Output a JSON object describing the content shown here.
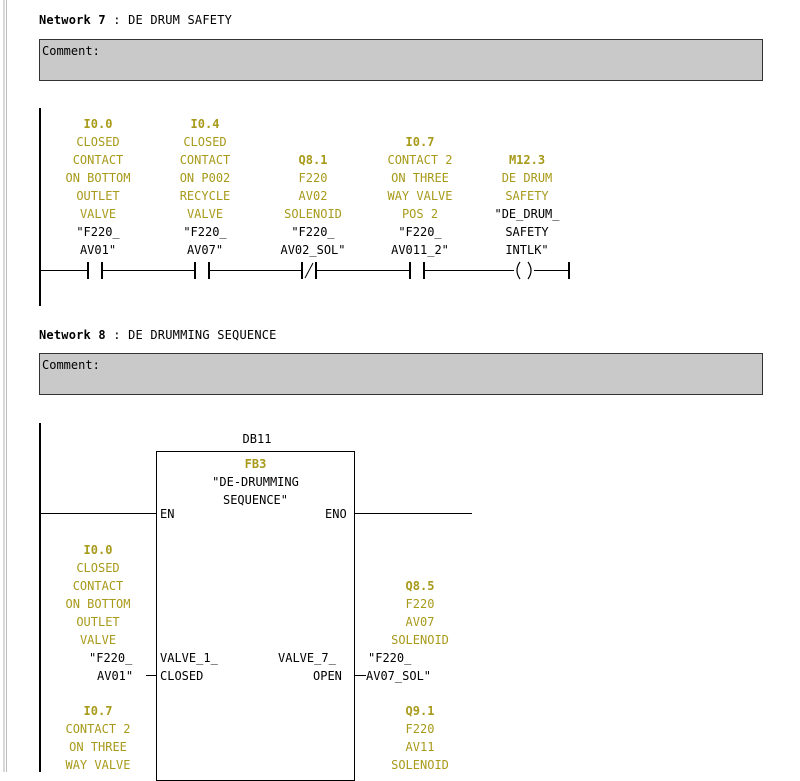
{
  "networks": [
    {
      "label": "Network 7",
      "sep": " : ",
      "title": "DE DRUM SAFETY",
      "comment_label": "Comment:",
      "elements": [
        {
          "addr": "I0.0",
          "comment": [
            "CLOSED",
            "CONTACT",
            "ON BOTTOM",
            "OUTLET",
            "VALVE"
          ],
          "symbol": [
            "\"F220_",
            "AV01\""
          ],
          "type": "NO-contact"
        },
        {
          "addr": "I0.4",
          "comment": [
            "CLOSED",
            "CONTACT",
            "ON P002",
            "RECYCLE",
            "VALVE"
          ],
          "symbol": [
            "\"F220_",
            "AV07\""
          ],
          "type": "NO-contact"
        },
        {
          "addr": "Q8.1",
          "comment": [
            "F220",
            "AV02",
            "SOLENOID"
          ],
          "symbol": [
            "\"F220_",
            "AV02_SOL\""
          ],
          "type": "NC-contact"
        },
        {
          "addr": "I0.7",
          "comment": [
            "CONTACT 2",
            "ON THREE",
            "WAY VALVE",
            "POS 2"
          ],
          "symbol": [
            "\"F220_",
            "AV011_2\""
          ],
          "type": "NO-contact"
        },
        {
          "addr": "M12.3",
          "comment": [
            "DE DRUM",
            "SAFETY"
          ],
          "symbol": [
            "\"DE_DRUM_",
            "SAFETY",
            "INTLK\""
          ],
          "type": "coil"
        }
      ]
    },
    {
      "label": "Network 8",
      "sep": " : ",
      "title": "DE DRUMMING SEQUENCE",
      "comment_label": "Comment:",
      "block": {
        "instance_db": "DB11",
        "fb": "FB3",
        "fb_name": [
          "\"DE-DRUMMING",
          "SEQUENCE\""
        ],
        "en": "EN",
        "eno": "ENO",
        "inputs": [
          {
            "pin": [
              "VALVE_1_",
              "CLOSED"
            ],
            "addr": "I0.0",
            "comment": [
              "CLOSED",
              "CONTACT",
              "ON BOTTOM",
              "OUTLET",
              "VALVE"
            ],
            "symbol": [
              "\"F220_",
              "AV01\""
            ]
          },
          {
            "pin": [],
            "addr": "I0.7",
            "comment": [
              "CONTACT 2",
              "ON THREE",
              "WAY VALVE"
            ],
            "symbol": []
          }
        ],
        "outputs": [
          {
            "pin": [
              "VALVE_7_",
              "OPEN"
            ],
            "addr": "Q8.5",
            "comment": [
              "F220",
              "AV07",
              "SOLENOID"
            ],
            "symbol": [
              "\"F220_",
              "AV07_SOL\""
            ]
          },
          {
            "pin": [],
            "addr": "Q9.1",
            "comment": [
              "F220",
              "AV11",
              "SOLENOID"
            ],
            "symbol": []
          }
        ]
      }
    }
  ],
  "colors": {
    "address": "#a89a1a",
    "comment_bg": "#c9c9c9"
  }
}
